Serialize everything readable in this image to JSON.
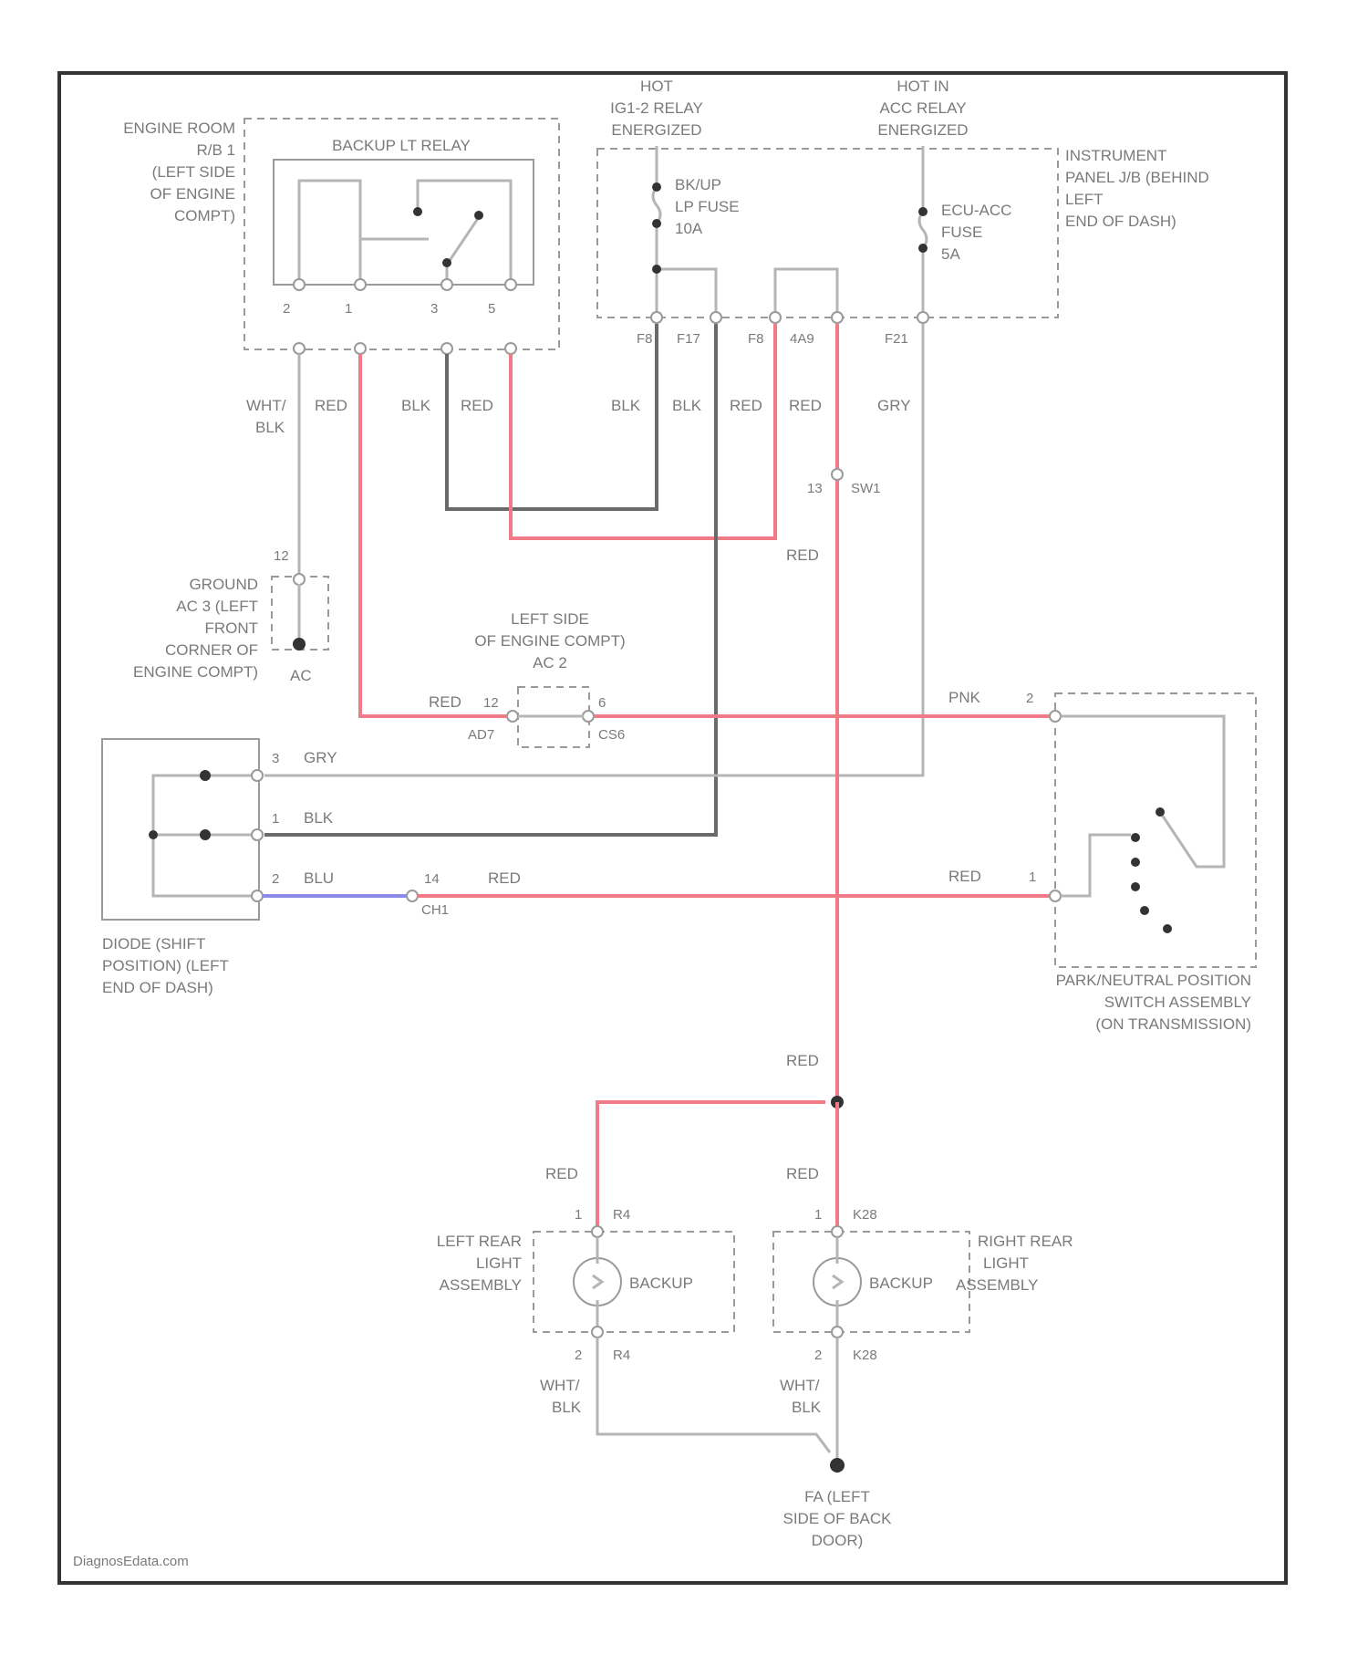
{
  "labels": {
    "engine_room_rb": [
      "ENGINE ROOM",
      "R/B 1",
      "(LEFT SIDE",
      "OF ENGINE",
      "COMPT)"
    ],
    "backup_relay": "BACKUP LT RELAY",
    "hot_ig2": [
      "HOT",
      "IG1-2 RELAY",
      "ENERGIZED"
    ],
    "hot_acc": [
      "HOT IN",
      "ACC RELAY",
      "ENERGIZED"
    ],
    "instrument_panel_jb": [
      "INSTRUMENT",
      "PANEL J/B (BEHIND",
      "LEFT",
      "END OF DASH)"
    ],
    "backup_fuse": [
      "BK/UP",
      "LP FUSE",
      "10A"
    ],
    "ecu_acc_fuse": [
      "ECU-ACC",
      "FUSE",
      "5A"
    ],
    "relay_pins": [
      "2",
      "1",
      "3",
      "5"
    ],
    "jb_pins": [
      "F8",
      "F17",
      "F8",
      "4A9",
      "F21"
    ],
    "wire_colors_top": [
      "WHT/",
      "BLK",
      "RED",
      "BLK",
      "RED",
      "BLK",
      "BLK",
      "RED",
      "RED",
      "GRY"
    ],
    "ground_ac": [
      "GROUND",
      "AC 3 (LEFT",
      "FRONT",
      "CORNER OF",
      "ENGINE COMPT)"
    ],
    "ground_ac_id": "AC",
    "ground_pin": "12",
    "splice_pin": "13",
    "splice_id": "SW1",
    "red_label": "RED",
    "left_side_engine": [
      "LEFT SIDE",
      "OF ENGINE COMPT)",
      "AC 2"
    ],
    "conn_ac": [
      "RED",
      "12",
      "AD7",
      "6",
      "CS6"
    ],
    "pnk_label": "PNK",
    "pnk_pin": "2",
    "shift_wires": [
      {
        "pin": "3",
        "color": "GRY"
      },
      {
        "pin": "1",
        "color": "BLK"
      },
      {
        "pin": "2",
        "color": "BLU"
      }
    ],
    "ch_conn": [
      "14",
      "CH1"
    ],
    "red_mid": "RED",
    "red_mid2": "RED",
    "red_pin1": "1",
    "diode_label": [
      "DIODE (SHIFT",
      "POSITION) (LEFT",
      "END OF DASH)"
    ],
    "pn_switch": [
      "PARK/NEUTRAL POSITION",
      "SWITCH ASSEMBLY",
      "(ON TRANSMISSION)"
    ],
    "red_drop": "RED",
    "red_left": "RED",
    "red_right": "RED",
    "left_lamp_pin": [
      "1",
      "R4"
    ],
    "right_lamp_pin": [
      "1",
      "K28"
    ],
    "left_rear": [
      "LEFT REAR",
      "LIGHT",
      "ASSEMBLY"
    ],
    "right_rear": [
      "RIGHT REAR",
      "LIGHT",
      "ASSEMBLY"
    ],
    "backup_text": "BACKUP",
    "left_lamp_pin2": [
      "2",
      "R4"
    ],
    "right_lamp_pin2": [
      "2",
      "K28"
    ],
    "wht_blk_left": [
      "WHT/",
      "BLK"
    ],
    "wht_blk_right": [
      "WHT/",
      "BLK"
    ],
    "ground_bottom": [
      "FA (LEFT",
      "SIDE OF BACK",
      "DOOR)"
    ],
    "watermark": "DiagnosEdata.com"
  }
}
